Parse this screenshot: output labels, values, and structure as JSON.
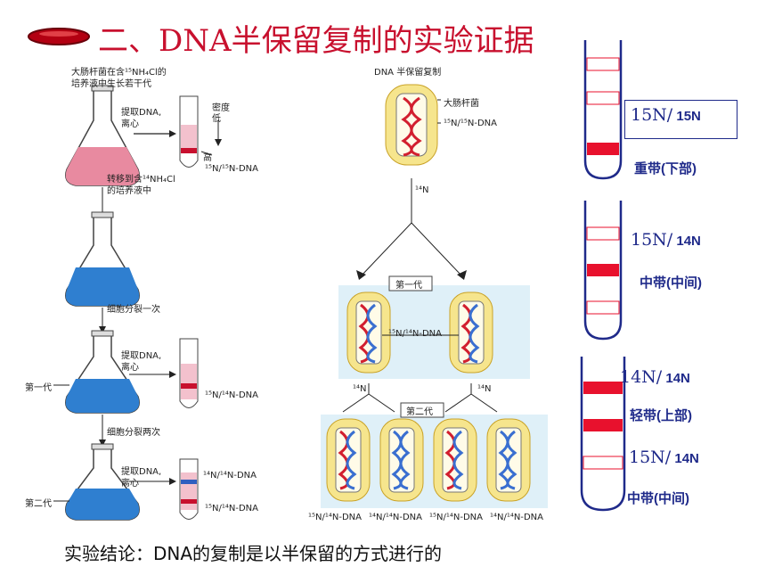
{
  "title": "二、DNA半保留复制的实验证据",
  "left_panel": {
    "cap_grow": "大肠杆菌在含¹⁵NH₄Cl的",
    "cap_grow2": "培养液中生长若干代",
    "extract": "提取DNA,",
    "centrifuge": "离心",
    "density": "密度",
    "low": "低",
    "high": "高",
    "dna_15": "¹⁵N/¹⁵N-DNA",
    "transfer": "转移到含¹⁴NH₄Cl",
    "transfer2": "的培养液中",
    "divide_once": "细胞分裂一次",
    "first_gen": "第一代",
    "dna_15_14": "¹⁵N/¹⁴N-DNA",
    "divide_twice": "细胞分裂两次",
    "second_gen": "第二代",
    "dna_14_14": "¹⁴N/¹⁴N-DNA"
  },
  "middle_panel": {
    "header": "DNA 半保留复制",
    "ecoli": "大肠杆菌",
    "dna_15": "¹⁵N/¹⁵N-DNA",
    "n14": "¹⁴N",
    "gen1": "第一代",
    "dna_15_14": "¹⁵N/¹⁴N-DNA",
    "gen2": "第二代",
    "bottom_labels": [
      "¹⁵N/¹⁴N-DNA",
      "¹⁴N/¹⁴N-DNA",
      "¹⁵N/¹⁴N-DNA",
      "¹⁴N/¹⁴N-DNA"
    ]
  },
  "right_panel": {
    "t1_sup": "15N/",
    "t1_bold": "15N",
    "t1_band": "重带(下部)",
    "t2_sup": "15N/",
    "t2_bold": "14N",
    "t2_band": "中带(中间)",
    "t3a_sup": "14N/",
    "t3a_bold": "14N",
    "t3a_band": "轻带(上部)",
    "t3b_sup": "15N/",
    "t3b_bold": "14N",
    "t3b_band": "中带(中间)"
  },
  "conclusion": "实验结论：DNA的复制是以半保留的方式进行的",
  "colors": {
    "title": "#c8102e",
    "heavy": "#e8112d",
    "light": "#3a6fd0",
    "tube_outline": "#1f2a8a",
    "cell": "#f6e58d"
  }
}
